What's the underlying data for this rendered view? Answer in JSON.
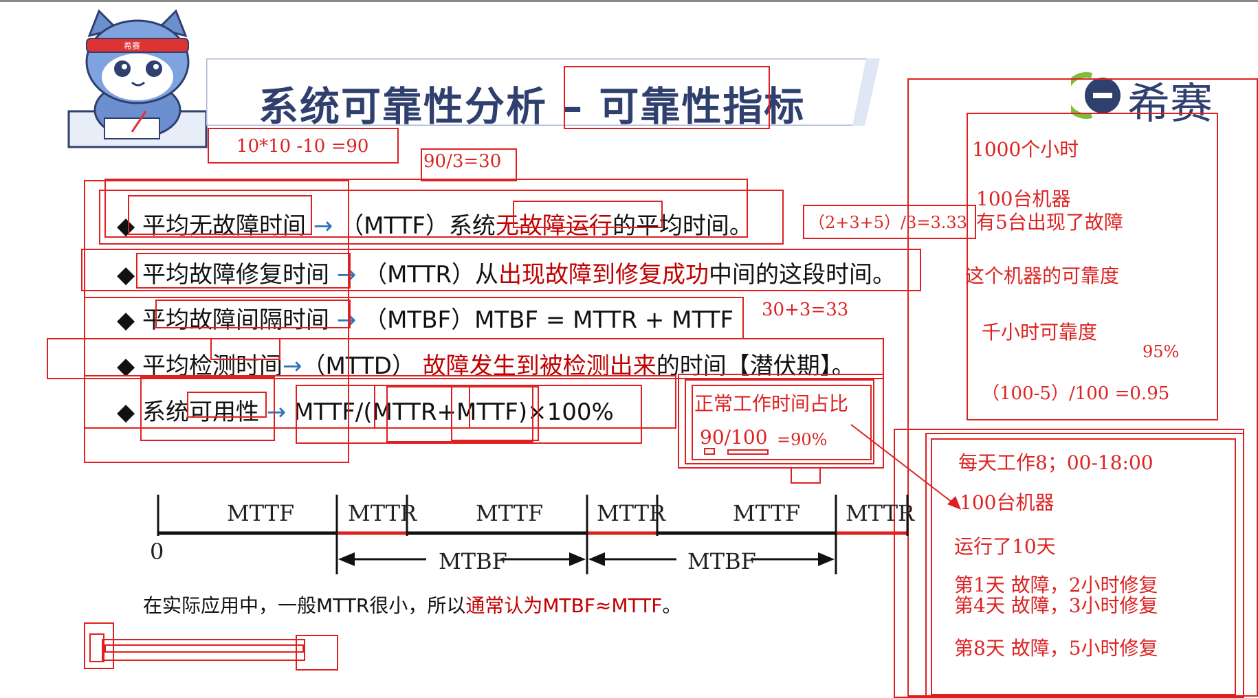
{
  "title": {
    "prefix": "系统可靠性分析 – ",
    "highlight": "可靠性指标"
  },
  "logo": {
    "text": "希赛",
    "mascot_badge": "希赛"
  },
  "bullets": [
    {
      "marker": "◆",
      "term": "平均无故障时间",
      "arrow": "→",
      "abbr": "（MTTF）系统",
      "red": "无故障运行",
      "tail": "的平均时间。"
    },
    {
      "marker": "◆",
      "term": "平均故障修复时间",
      "arrow": "→",
      "abbr": "（MTTR）从",
      "red": "出现故障到修复成功",
      "tail": "中间的这段时间。"
    },
    {
      "marker": "◆",
      "term": "平均故障间隔时间",
      "arrow": "→",
      "abbr": "（MTBF）MTBF = MTTR + MTTF",
      "red": "",
      "tail": ""
    },
    {
      "marker": "◆",
      "term": "平均检测时间",
      "arrow": "→",
      "abbr": "（MTTD） ",
      "red": "故障发生到被检测出来",
      "tail": "的时间【潜伏期】。"
    },
    {
      "marker": "◆",
      "term": "系统可用性",
      "arrow": "→",
      "abbr": "MTTF/(MTTR+MTTF)×100%",
      "red": "",
      "tail": ""
    }
  ],
  "timeline": {
    "origin": "0",
    "segments": [
      "MTTF",
      "MTTR",
      "MTTF",
      "MTTR",
      "MTTF",
      "MTTR"
    ],
    "spans": [
      "MTBF",
      "MTBF"
    ]
  },
  "note": {
    "prefix": "在实际应用中，一般MTTR很小，所以",
    "red": "通常认为MTBF≈MTTF",
    "suffix": "。"
  },
  "annotations": {
    "calc1": "10*10  -10    =90",
    "calc2": "90/3=30",
    "calc3": "（2+3+5）/3=3.33",
    "calc4": "30+3=33",
    "avail_title": "正常工作时间占比",
    "avail_frac": "90/100",
    "avail_result": "=90%",
    "right1": "1000个小时",
    "right2": "100台机器",
    "right3": "有5台出现了故障",
    "right4": "这个机器的可靠度",
    "right5": "千小时可靠度",
    "right6": "95%",
    "right7": "（100-5）/100  =0.95",
    "low1": "每天工作8；00-18:00",
    "low2": "100台机器",
    "low3": "运行了10天",
    "low4": "第1天  故障，2小时修复",
    "low5": "第4天  故障，3小时修复",
    "low6": "第8天  故障，5小时修复"
  },
  "colors": {
    "title": "#2f3f6e",
    "accent_red": "#c00000",
    "arrow_blue": "#2e75b6",
    "annotation_red": "#e02020"
  }
}
